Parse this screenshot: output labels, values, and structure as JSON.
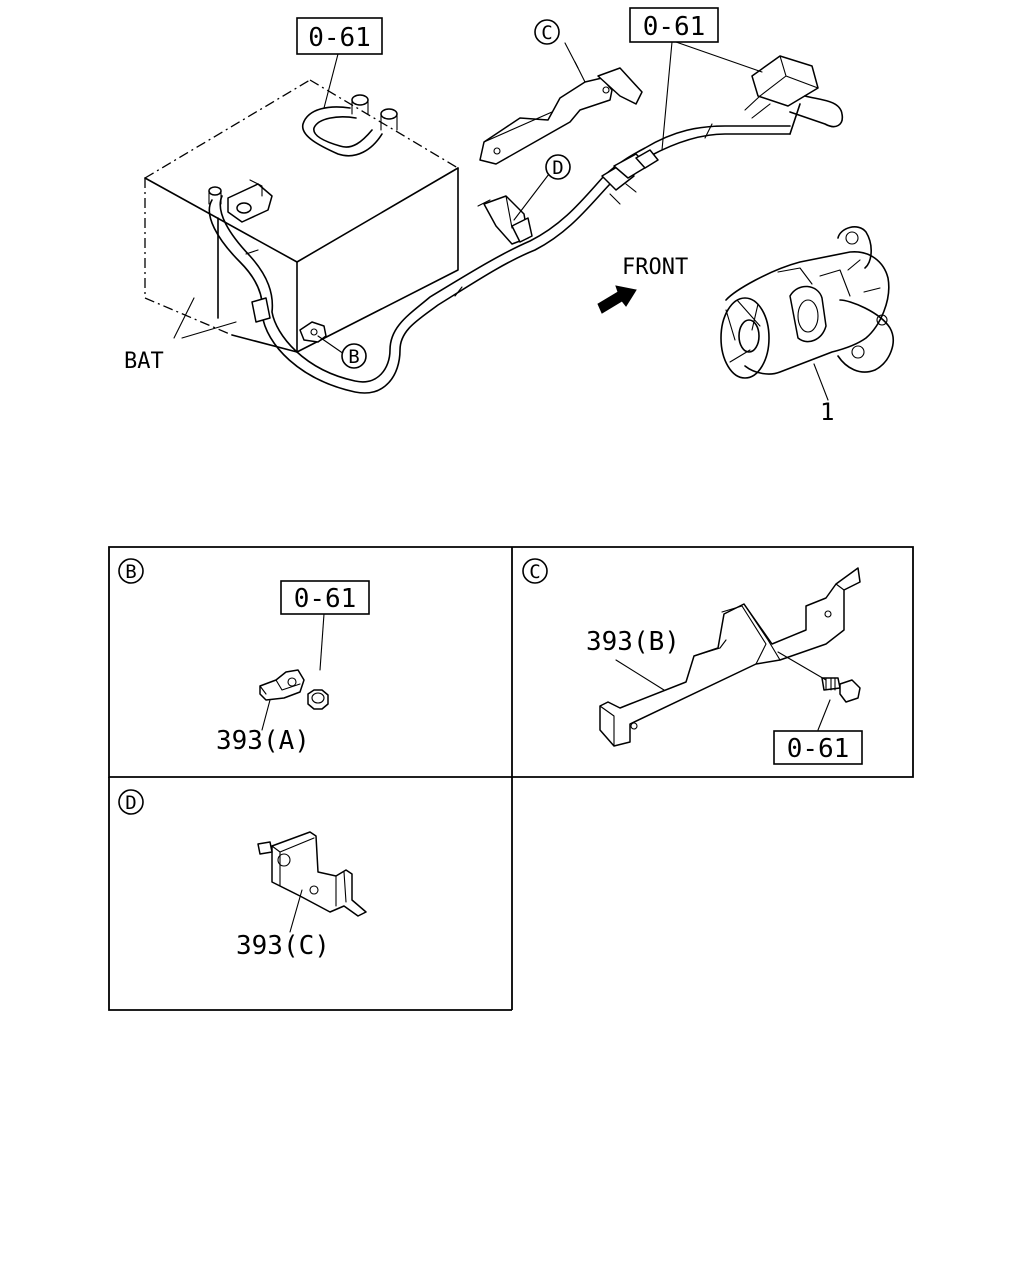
{
  "diagram": {
    "main": {
      "ref_label_left": "0-61",
      "ref_label_right": "0-61",
      "callout_b": "B",
      "callout_c": "C",
      "callout_d": "D",
      "battery_label": "BAT",
      "front_label": "FRONT",
      "starter_number": "1"
    },
    "detail_b": {
      "letter": "B",
      "ref_label": "0-61",
      "part_label": "393(A)"
    },
    "detail_c": {
      "letter": "C",
      "ref_label": "0-61",
      "part_label": "393(B)"
    },
    "detail_d": {
      "letter": "D",
      "part_label": "393(C)"
    }
  }
}
